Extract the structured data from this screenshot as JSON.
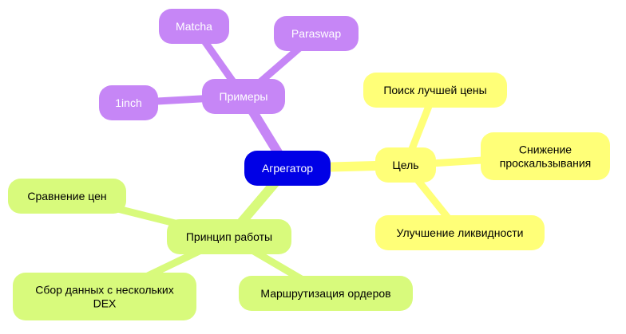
{
  "colors": {
    "root_fill": "#0000e6",
    "root_text": "#ffffff",
    "purple_fill": "#c686f6",
    "purple_text": "#ffffff",
    "yellow_fill": "#ffff78",
    "yellow_edge": "#ffff78",
    "yellow_text": "#000000",
    "green_fill": "#d8fa7c",
    "green_edge": "#d8fa7c",
    "green_text": "#000000",
    "background": "#ffffff"
  },
  "diagram": {
    "root": {
      "label": "Агрегатор"
    },
    "branches": [
      {
        "label": "Примеры",
        "color": "purple",
        "children": [
          {
            "label": "Matcha"
          },
          {
            "label": "Paraswap"
          },
          {
            "label": "1inch"
          }
        ]
      },
      {
        "label": "Цель",
        "color": "yellow",
        "children": [
          {
            "label": "Поиск лучшей цены"
          },
          {
            "label": "Снижение проскальзывания"
          },
          {
            "label": "Улучшение ликвидности"
          }
        ]
      },
      {
        "label": "Принцип работы",
        "color": "green",
        "children": [
          {
            "label": "Сравнение цен"
          },
          {
            "label": "Сбор данных с нескольких DEX"
          },
          {
            "label": "Маршрутизация ордеров"
          }
        ]
      }
    ]
  }
}
